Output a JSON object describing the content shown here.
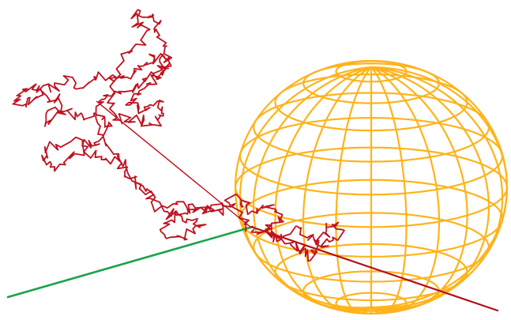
{
  "scene": {
    "background": "#ffffff",
    "objects": [
      {
        "name": "wireframe-sphere",
        "kind": "wireframe-sphere",
        "color": "#ffb31a",
        "meridians": 12,
        "parallels": 11
      },
      {
        "name": "green-track-line",
        "kind": "straight-track",
        "color": "#1aa34a"
      },
      {
        "name": "red-track-line",
        "kind": "straight-track",
        "color": "#b0101a"
      },
      {
        "name": "random-walk-path",
        "kind": "random-walk",
        "color": "#c0111f"
      }
    ]
  }
}
